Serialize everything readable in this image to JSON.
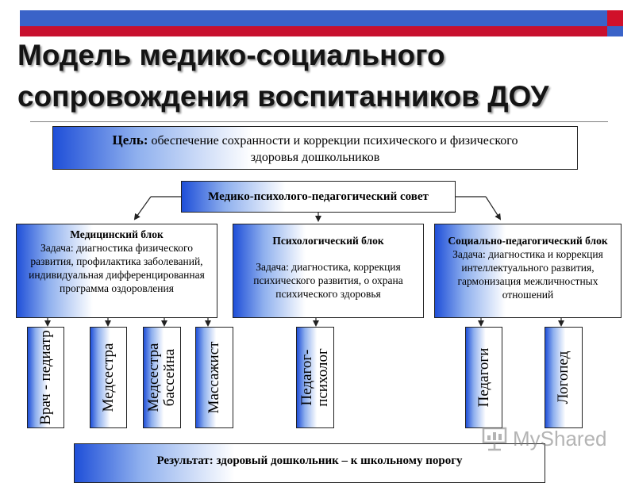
{
  "title": {
    "line1": "Модель медико-социального",
    "line2": "сопровождения воспитанников ДОУ"
  },
  "goal": {
    "label": "Цель:",
    "text_line1": "обеспечение сохранности и коррекции психического и физического",
    "text_line2": "здоровья дошкольников"
  },
  "council": "Медико-психолого-педагогический совет",
  "blocks": {
    "medical": {
      "title": "Медицинский блок",
      "task": "Задача: диагностика физического развития, профилактика заболеваний, индивидуальная дифференцированная программа оздоровления"
    },
    "psychological": {
      "title": "Психологический блок",
      "task": "Задача: диагностика, коррекция психического развития, о охрана психического здоровья"
    },
    "social": {
      "title": "Социально-педагогический блок",
      "task": "Задача: диагностика и коррекция интеллектуального развития, гармонизация межличностных отношений"
    }
  },
  "specialists": {
    "pediatrician": "Врач - педиатр",
    "nurse": "Медсестра",
    "pool_nurse_line1": "Медсестра",
    "pool_nurse_line2": "бассейна",
    "masseur": "Массажист",
    "psychologist_line1": "Педагог-",
    "psychologist_line2": "психолог",
    "teachers": "Педагоги",
    "speech_therapist": "Логопед"
  },
  "result": "Результат:  здоровый дошкольник – к  школьному порогу",
  "watermark": "MyShared",
  "colors": {
    "blue": "#3a63c8",
    "red": "#c8102e",
    "box_gradient_start": "#1f4fd8"
  }
}
